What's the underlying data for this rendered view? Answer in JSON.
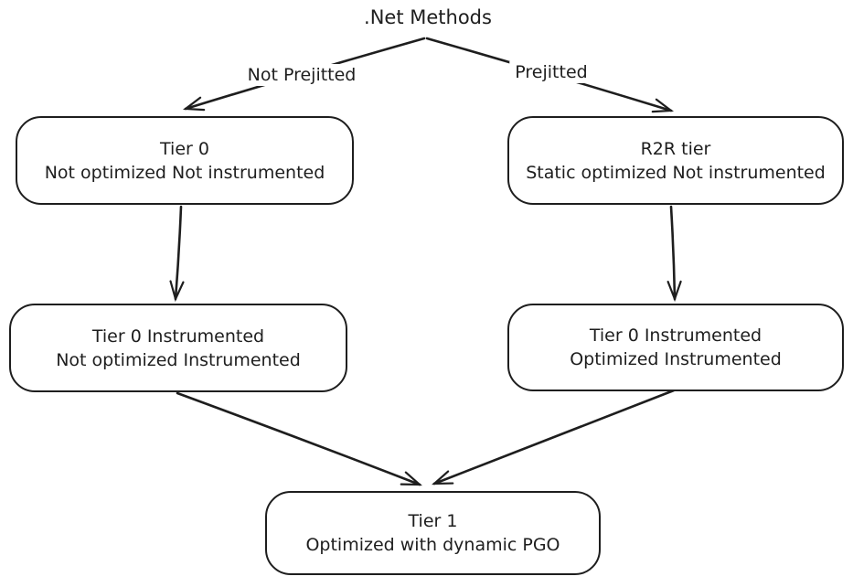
{
  "diagram": {
    "type": "flowchart",
    "style": "hand-drawn",
    "colors": {
      "stroke": "#1e1e1e",
      "canvas_background": "#ffffff",
      "node_fill": "#ffffff"
    },
    "nodes": [
      {
        "id": "net-methods",
        "type": "text",
        "text": ".Net Methods"
      },
      {
        "id": "tier0",
        "type": "box",
        "line1": "Tier 0",
        "line2": "Not optimized Not instrumented"
      },
      {
        "id": "r2r-tier",
        "type": "box",
        "line1": "R2R tier",
        "line2": "Static optimized Not instrumented"
      },
      {
        "id": "tier0-instrumented-left",
        "type": "box",
        "line1": "Tier 0 Instrumented",
        "line2": "Not optimized Instrumented"
      },
      {
        "id": "tier0-instrumented-right",
        "type": "box",
        "line1": "Tier 0 Instrumented",
        "line2": "Optimized Instrumented"
      },
      {
        "id": "tier1",
        "type": "box",
        "line1": "Tier 1",
        "line2": "Optimized with dynamic PGO"
      }
    ],
    "edges": [
      {
        "from": "net-methods",
        "to": "tier0",
        "label": "Not Prejitted"
      },
      {
        "from": "net-methods",
        "to": "r2r-tier",
        "label": "Prejitted"
      },
      {
        "from": "tier0",
        "to": "tier0-instrumented-left",
        "label": ""
      },
      {
        "from": "r2r-tier",
        "to": "tier0-instrumented-right",
        "label": ""
      },
      {
        "from": "tier0-instrumented-left",
        "to": "tier1",
        "label": ""
      },
      {
        "from": "tier0-instrumented-right",
        "to": "tier1",
        "label": ""
      }
    ]
  }
}
